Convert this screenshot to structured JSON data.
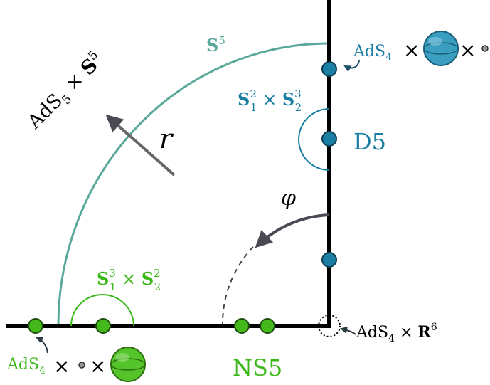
{
  "colors": {
    "axis": "#000000",
    "sphere_arc": "#5aa89a",
    "d5": "#1a7fa3",
    "d5_fill": "#1a7fa3",
    "ns5": "#3db81a",
    "ns5_fill": "#45b81c",
    "arrow": "#4a4a55",
    "small_label": "#1a6f94"
  },
  "labels": {
    "s5": "S",
    "s5_sup": "5",
    "ads5_a": "AdS",
    "ads5_sub": "5",
    "ads5_times": " × ",
    "ads5_s": "S",
    "ads5_sup": "5",
    "r": "r",
    "phi": "φ",
    "d5": "D5",
    "ns5": "NS5",
    "d5_prod": {
      "s1": "S",
      "s1_sup": "2",
      "s1_sub": "1",
      "times": " × ",
      "s2": "S",
      "s2_sup": "3",
      "s2_sub": "2"
    },
    "ns5_prod": {
      "s1": "S",
      "s1_sup": "3",
      "s1_sub": "1",
      "times": " × ",
      "s2": "S",
      "s2_sup": "2",
      "s2_sub": "2"
    },
    "ads4_top": "AdS",
    "ads4_top_sub": "4",
    "ads4_bottom": "AdS",
    "ads4_bottom_sub": "4",
    "ads4_corner": "AdS",
    "ads4_corner_sub": "4",
    "ads4_corner_times": " × ",
    "ads4_corner_r": "R",
    "ads4_corner_sup": "6",
    "cross": "×"
  },
  "icons": {
    "d5_sphere": "sphere-icon",
    "ns5_sphere": "sphere-icon",
    "point": "point-icon"
  }
}
